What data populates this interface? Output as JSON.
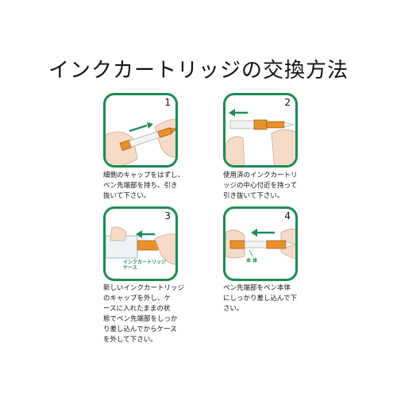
{
  "title": "インクカートリッジの交換方法",
  "steps": [
    {
      "number": "1",
      "caption": "細側のキャップをはずし、\nペン先端部を持ち、引き\n抜いて下さい。"
    },
    {
      "number": "2",
      "caption": "使用済のインクカートリ\nッジの中心付近を持って\n引き抜いて下さい。"
    },
    {
      "number": "3",
      "caption": "新しいインクカートリッジ\nのキャップを外し、ケ\nースに入れたままの状\n態でペン先端部をしっか\nり差し込んでからケース\nを外して下さい。",
      "label": "インクカートリッジ\nケース"
    },
    {
      "number": "4",
      "caption": "ペン先端部をペン本体\nにしっかり差し込んで下\nさい。",
      "label": "本 体"
    }
  ],
  "colors": {
    "border": "#1f8a52",
    "arrow": "#1f8a52",
    "pen": "#e8902a",
    "skin": "#f6dcc8"
  }
}
